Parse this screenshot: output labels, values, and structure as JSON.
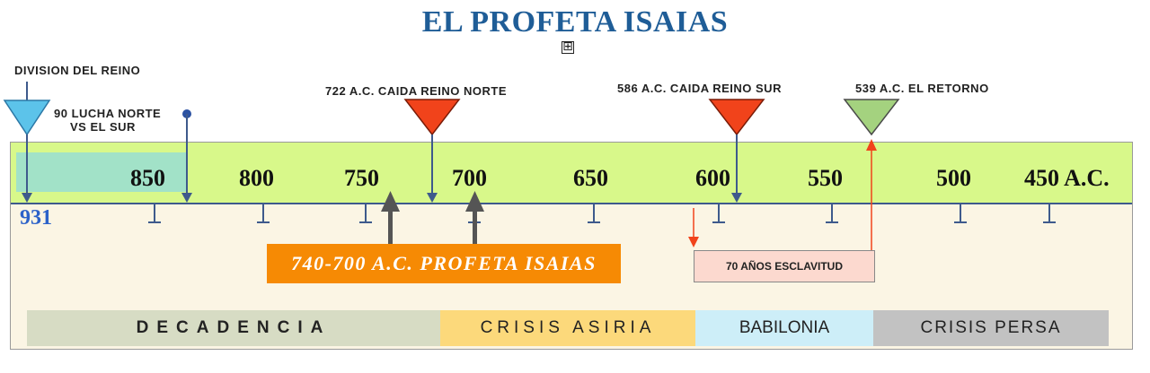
{
  "title": "EL PROFETA ISAIAS",
  "expand_symbol": "⊞",
  "timeline": {
    "start_label": "931",
    "years": [
      "850",
      "800",
      "750",
      "700",
      "650",
      "600",
      "550",
      "500",
      "450 A.C."
    ]
  },
  "events": {
    "division": "DIVISION DEL REINO",
    "lucha_line1": "90 LUCHA NORTE",
    "lucha_line2": "VS EL SUR",
    "caida_norte": "722 A.C. CAIDA REINO NORTE",
    "caida_sur": "586 A.C.   CAIDA REINO SUR",
    "retorno": "539 A.C. EL  RETORNO"
  },
  "isaias_bar": "740-700 A.C. PROFETA ISAIAS",
  "slavery_box": "70 AÑOS ESCLAVITUD",
  "eras": [
    "DECADENCIA",
    "CRISIS ASIRIA",
    "BABILONIA",
    "CRISIS PERSA"
  ],
  "colors": {
    "division_marker": "#5cc3ea",
    "fall_marker": "#f1431b",
    "return_marker": "#a4d27f",
    "isaias": "#f68a04",
    "axis": "#3e5a8c"
  }
}
